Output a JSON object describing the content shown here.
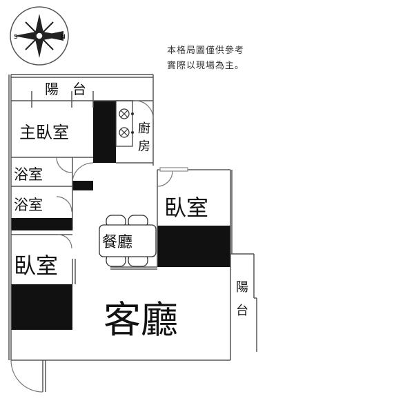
{
  "note": {
    "line1": "本格局圖僅供參考",
    "line2": "實際以現場為主。"
  },
  "compass": {
    "north": "N",
    "south": "S",
    "icon": "compass-rose-icon"
  },
  "rooms": {
    "balcony_top": "陽　台",
    "master_bedroom": "主臥室",
    "kitchen_1": "廚",
    "kitchen_2": "房",
    "bathroom_1": "浴室",
    "bathroom_2": "浴室",
    "bedroom_right": "臥室",
    "dining": "餐廳",
    "bedroom_left": "臥室",
    "living": "客廳",
    "balcony_right_1": "陽",
    "balcony_right_2": "台"
  },
  "colors": {
    "wall": "#111111",
    "line": "#555555",
    "background": "#ffffff"
  },
  "icons": {
    "stove": "gas-stove-icon",
    "table": "dining-table-icon"
  }
}
